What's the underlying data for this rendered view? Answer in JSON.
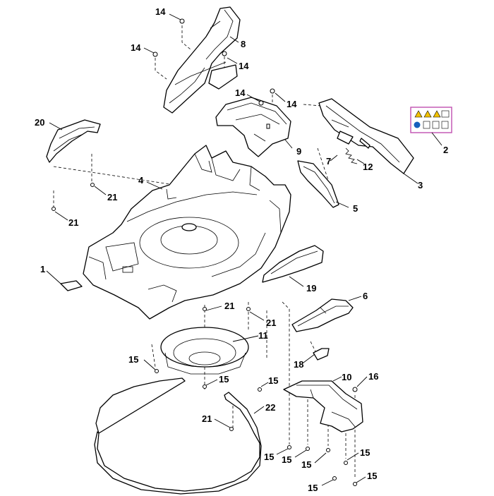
{
  "callouts": [
    {
      "id": "c1",
      "label": "1"
    },
    {
      "id": "c2",
      "label": "2"
    },
    {
      "id": "c3",
      "label": "3"
    },
    {
      "id": "c4",
      "label": "4"
    },
    {
      "id": "c5",
      "label": "5"
    },
    {
      "id": "c6",
      "label": "6"
    },
    {
      "id": "c7",
      "label": "7"
    },
    {
      "id": "c8",
      "label": "8"
    },
    {
      "id": "c9",
      "label": "9"
    },
    {
      "id": "c10",
      "label": "10"
    },
    {
      "id": "c11",
      "label": "11"
    },
    {
      "id": "c12",
      "label": "12"
    },
    {
      "id": "c14a",
      "label": "14"
    },
    {
      "id": "c14b",
      "label": "14"
    },
    {
      "id": "c14c",
      "label": "14"
    },
    {
      "id": "c14d",
      "label": "14"
    },
    {
      "id": "c14e",
      "label": "14"
    },
    {
      "id": "c15a",
      "label": "15"
    },
    {
      "id": "c15b",
      "label": "15"
    },
    {
      "id": "c15c",
      "label": "15"
    },
    {
      "id": "c15d",
      "label": "15"
    },
    {
      "id": "c15e",
      "label": "15"
    },
    {
      "id": "c15f",
      "label": "15"
    },
    {
      "id": "c15g",
      "label": "15"
    },
    {
      "id": "c15h",
      "label": "15"
    },
    {
      "id": "c15i",
      "label": "15"
    },
    {
      "id": "c16",
      "label": "16"
    },
    {
      "id": "c18",
      "label": "18"
    },
    {
      "id": "c19",
      "label": "19"
    },
    {
      "id": "c20",
      "label": "20"
    },
    {
      "id": "c21a",
      "label": "21"
    },
    {
      "id": "c21b",
      "label": "21"
    },
    {
      "id": "c21c",
      "label": "21"
    },
    {
      "id": "c21d",
      "label": "21"
    },
    {
      "id": "c21e",
      "label": "21"
    },
    {
      "id": "c22",
      "label": "22"
    }
  ],
  "colors": {
    "line": "#000000",
    "label_frame": "#c050b0",
    "warn": "#f2c200",
    "info": "#1560bd"
  }
}
